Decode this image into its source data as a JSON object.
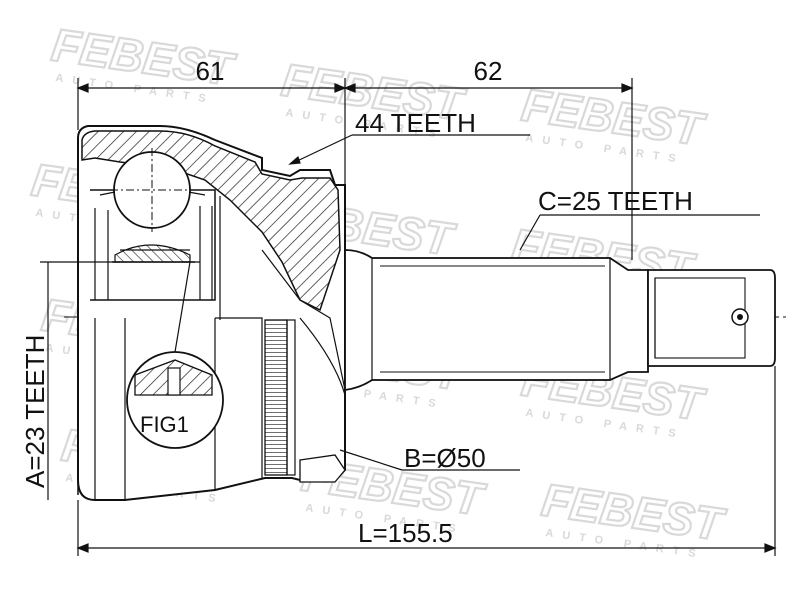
{
  "watermark": {
    "brand": "FEBEST",
    "tagline": "AUTO PARTS",
    "color": "#d9d9d9"
  },
  "dimensions": {
    "top_left": "61",
    "top_right": "62",
    "total_length": "L=155.5"
  },
  "callouts": {
    "outer_spline": "44 TEETH",
    "shaft_spline": "C=25 TEETH",
    "seal_diameter": "B=Ø50",
    "inner_spline": "A=23 TEETH",
    "detail": "FIG1"
  },
  "colors": {
    "line": "#111111",
    "hatch": "#222222",
    "background": "#ffffff"
  }
}
